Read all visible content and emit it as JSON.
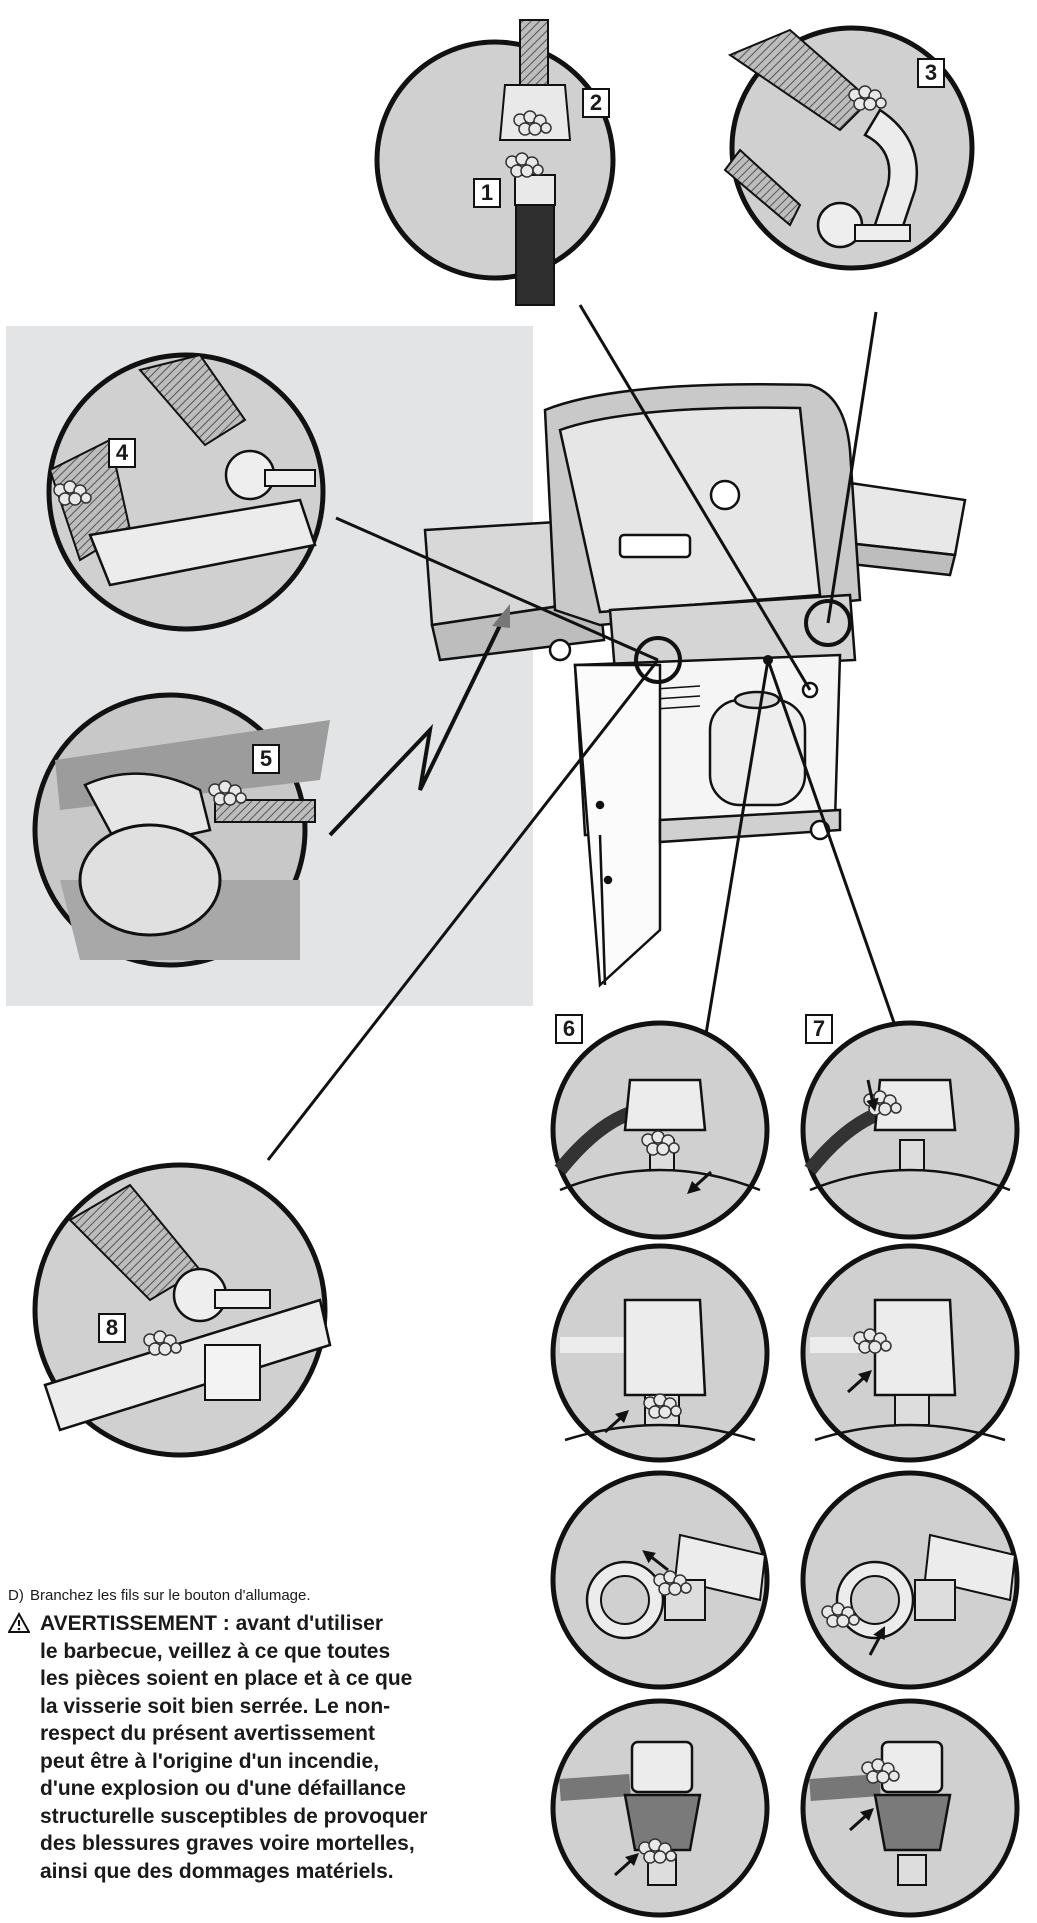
{
  "callouts": {
    "c1": "1",
    "c2": "2",
    "c3": "3",
    "c4": "4",
    "c5": "5",
    "c6": "6",
    "c7": "7",
    "c8": "8"
  },
  "instructions": {
    "step_letter": "D)",
    "step_text": "Branchez les fils sur le bouton d'allumage.",
    "warning_icon": "warning-triangle-icon",
    "warning_lines": [
      "AVERTISSEMENT : avant d'utiliser",
      "le barbecue, veillez à ce que toutes",
      "les pièces soient en place et à ce que",
      "la visserie soit bien serrée. Le non-",
      "respect du présent avertissement",
      "peut être à l'origine d'un incendie,",
      "d'une explosion ou d'une défaillance",
      "structurelle susceptibles de provoquer",
      "des blessures graves voire mortelles,",
      "ainsi que des dommages matériels."
    ]
  },
  "colors": {
    "panel_gray": "#e3e4e5",
    "circle_fill": "#cfcfcf",
    "line": "#111111"
  }
}
